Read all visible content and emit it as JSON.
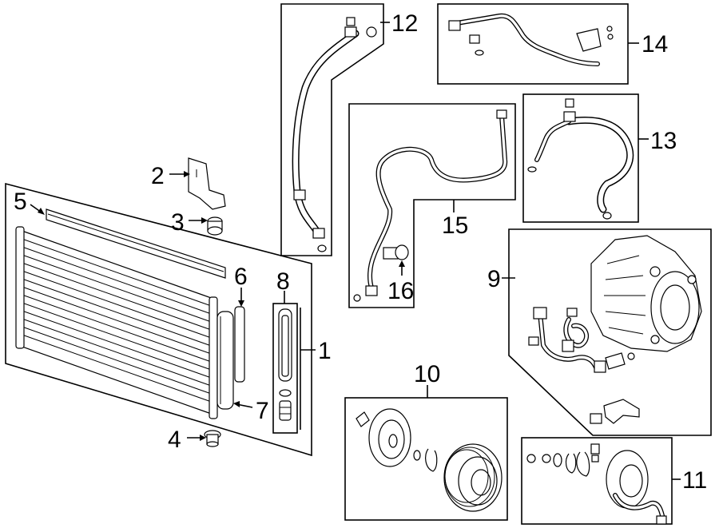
{
  "diagram": {
    "callouts": {
      "c1": "1",
      "c2": "2",
      "c3": "3",
      "c4": "4",
      "c5": "5",
      "c6": "6",
      "c7": "7",
      "c8": "8",
      "c9": "9",
      "c10": "10",
      "c11": "11",
      "c12": "12",
      "c13": "13",
      "c14": "14",
      "c15": "15",
      "c16": "16"
    },
    "line_color": "#000000",
    "background": "#ffffff"
  }
}
